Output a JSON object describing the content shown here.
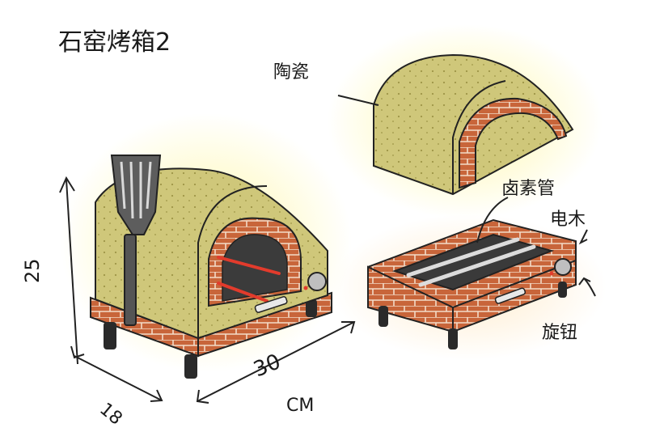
{
  "title": "石窑烤箱2",
  "labels": {
    "ceramic": "陶瓷",
    "heating_tube": "卤素管",
    "electric_wood": "电木",
    "knob": "旋钮"
  },
  "dimensions": {
    "height": "25",
    "depth": "18",
    "width": "30",
    "unit": "CM"
  },
  "colors": {
    "dome": "#cfc77a",
    "brick": "#c8653a",
    "mortar": "#f3dcc8",
    "glow": "#fff59a",
    "heater": "#e23b2c",
    "tray": "#3a3a3a"
  }
}
